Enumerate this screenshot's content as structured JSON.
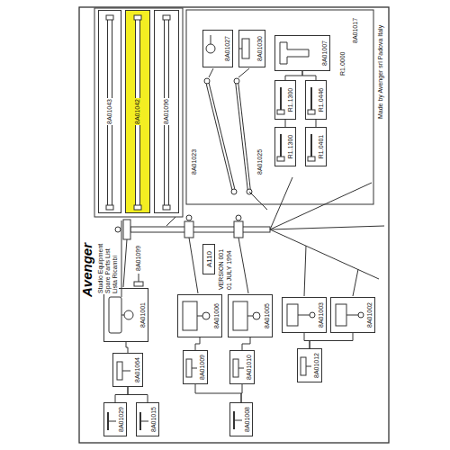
{
  "diagram": {
    "title": "Avenger",
    "nodes": [
      {
        "text": [
          "8A01043"
        ]
      },
      {
        "text": [
          "8A01042"
        ]
      },
      {
        "text": [
          "8A01096"
        ]
      },
      {
        "text": [
          "8A01027"
        ]
      },
      {
        "text": [
          "8A01030"
        ]
      },
      {
        "text": [
          "R1.1300"
        ]
      },
      {
        "text": [
          "R1.0401"
        ]
      },
      {
        "text": [
          "R1.1300"
        ]
      },
      {
        "text": [
          "R1.0446"
        ]
      },
      {
        "text": [
          "8A01007"
        ]
      },
      {
        "text": [
          "A110"
        ]
      },
      {
        "text": [
          "8A01001"
        ]
      },
      {
        "text": [
          "8A01006"
        ]
      },
      {
        "text": [
          "8A01005"
        ]
      },
      {
        "text": [
          "8A01003"
        ]
      },
      {
        "text": [
          "8A01002"
        ]
      },
      {
        "text": [
          "8A01064"
        ]
      },
      {
        "text": [
          "8A01009"
        ]
      },
      {
        "text": [
          "8A01010"
        ]
      },
      {
        "text": [
          "8A01012"
        ]
      },
      {
        "text": [
          "8A01029"
        ]
      },
      {
        "text": [
          "8A01015"
        ]
      },
      {
        "text": [
          "8A01008"
        ]
      }
    ],
    "edges": [
      {
        "from": 11,
        "to": 16,
        "arrow": "none"
      },
      {
        "from": 16,
        "to": 20,
        "arrow": "none"
      },
      {
        "from": 16,
        "to": 21,
        "arrow": "none"
      },
      {
        "from": 12,
        "to": 17,
        "arrow": "none"
      },
      {
        "from": 13,
        "to": 18,
        "arrow": "none"
      },
      {
        "from": 17,
        "to": 22,
        "arrow": "none"
      },
      {
        "from": 18,
        "to": 22,
        "arrow": "none"
      },
      {
        "from": 14,
        "to": 19,
        "arrow": "none"
      },
      {
        "from": 15,
        "to": 19,
        "arrow": "none"
      },
      {
        "from": 5,
        "to": 7,
        "arrow": "none"
      },
      {
        "from": 6,
        "to": 8,
        "arrow": "none"
      },
      {
        "from": 7,
        "to": 9,
        "arrow": "none"
      },
      {
        "from": 8,
        "to": 9,
        "arrow": "none"
      }
    ],
    "labels": [
      "Studio Equipment",
      "Spare Parts List",
      "Lista Ricambi",
      "VERSION 001",
      "01 JULY 1994",
      "8A01023",
      "8A01025",
      "8A01017",
      "R1.0000",
      "8A01099",
      "Made by Avenger srl Padova Italy"
    ]
  }
}
